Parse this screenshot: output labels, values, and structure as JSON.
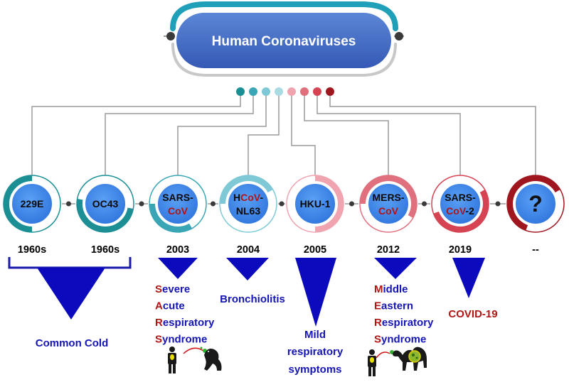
{
  "title": "Human Coronaviruses",
  "colors": {
    "teal_dark": "#1b8f94",
    "teal_mid": "#3aa6b5",
    "teal_light": "#7fc9d6",
    "pink_light": "#f0a4b0",
    "pink_mid": "#e0707e",
    "red_mid": "#d64352",
    "red_dark": "#a0161f",
    "node_blue": "#3d86e8",
    "title_blue": "#3f6cc9",
    "arrow_blue": "#0b0bbd",
    "text_blue": "#1515b5",
    "text_red": "#b01515"
  },
  "viruses": [
    {
      "line1": "229E",
      "line1_red": "",
      "line2": "",
      "line2_red": "",
      "year": "1960s"
    },
    {
      "line1": "OC43",
      "line1_red": "",
      "line2": "",
      "line2_red": "",
      "year": "1960s"
    },
    {
      "line1": "SARS-",
      "line1_red": "",
      "line2": "",
      "line2_red": "CoV",
      "year": "2003"
    },
    {
      "line1": "H",
      "line1_red": "CoV",
      "line1_tail": "-",
      "line2": "NL63",
      "line2_red": "",
      "year": "2004"
    },
    {
      "line1": "HKU-1",
      "line1_red": "",
      "line2": "",
      "line2_red": "",
      "year": "2005"
    },
    {
      "line1": "MERS-",
      "line1_red": "",
      "line2": "",
      "line2_red": "CoV",
      "year": "2012"
    },
    {
      "line1": "SARS-",
      "line1_red": "",
      "line2": "-2",
      "line2_red": "CoV",
      "year": "2019"
    },
    {
      "line1": "?",
      "line1_red": "",
      "line2": "",
      "line2_red": "",
      "year": "--"
    }
  ],
  "descriptions": {
    "common_cold": "Common Cold",
    "sars": [
      {
        "initial": "S",
        "rest": "evere"
      },
      {
        "initial": "A",
        "rest": "cute"
      },
      {
        "initial": "R",
        "rest": "espiratory"
      },
      {
        "initial": "S",
        "rest": "yndrome"
      }
    ],
    "bronchiolitis": "Bronchiolitis",
    "mild": [
      "Mild",
      "respiratory",
      "symptoms"
    ],
    "mers": [
      {
        "initial": "M",
        "rest": "iddle"
      },
      {
        "initial": "E",
        "rest": "astern"
      },
      {
        "initial": "R",
        "rest": "espiratory"
      },
      {
        "initial": "S",
        "rest": "yndrome"
      }
    ],
    "covid": "COVID-19"
  },
  "icons": [
    "human-icon",
    "civet-icon",
    "human-icon",
    "camel-icon"
  ]
}
